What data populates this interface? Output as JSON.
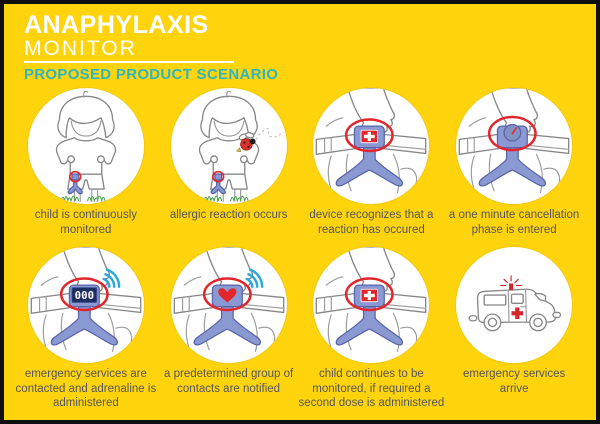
{
  "header": {
    "title": "ANAPHYLAXIS",
    "subtitle": "MONITOR",
    "tagline": "PROPOSED PRODUCT SCENARIO"
  },
  "steps": [
    {
      "caption": "child is continuously monitored",
      "icon": "child-with-leg-device"
    },
    {
      "caption": "allergic reaction occurs",
      "icon": "child-with-bee-sting"
    },
    {
      "caption": "device recognizes that a reaction has occured",
      "icon": "device-medical-cross"
    },
    {
      "caption": "a one minute cancellation phase is entered",
      "icon": "device-timer-dial"
    },
    {
      "caption": "emergency services are contacted and adrenaline is administered",
      "icon": "device-emergency-call",
      "screen_text": "000"
    },
    {
      "caption": "a predetermined group of contacts are notified",
      "icon": "device-heart-signal"
    },
    {
      "caption": "child continues to be monitored, if required a second dose is administered",
      "icon": "device-medical-cross"
    },
    {
      "caption": "emergency services arrive",
      "icon": "ambulance"
    }
  ],
  "colors": {
    "background": "#FFD40D",
    "frame": "#0F0F0F",
    "title_white": "#FFFFFF",
    "tagline_teal": "#2CB6C3",
    "caption_gray": "#54555A",
    "device_blue": "#8B99D3",
    "device_outline": "#5663A8",
    "alert_red": "#E3262C",
    "signal_blue": "#29A8DF",
    "grass_green": "#46A24A",
    "screen_navy": "#1D2E63",
    "lineart_gray": "#87878A"
  }
}
